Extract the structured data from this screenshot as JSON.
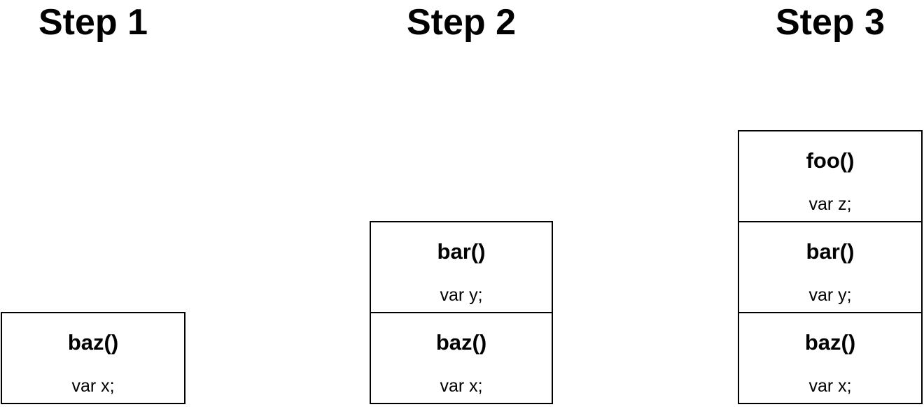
{
  "diagram_type": "call-stack-steps",
  "colors": {
    "background": "#ffffff",
    "border": "#000000",
    "text": "#000000"
  },
  "steps": [
    {
      "label": "Step 1",
      "frames": [
        {
          "function": "baz()",
          "variable": "var x;"
        }
      ]
    },
    {
      "label": "Step 2",
      "frames": [
        {
          "function": "bar()",
          "variable": "var y;"
        },
        {
          "function": "baz()",
          "variable": "var x;"
        }
      ]
    },
    {
      "label": "Step 3",
      "frames": [
        {
          "function": "foo()",
          "variable": "var z;"
        },
        {
          "function": "bar()",
          "variable": "var y;"
        },
        {
          "function": "baz()",
          "variable": "var x;"
        }
      ]
    }
  ]
}
